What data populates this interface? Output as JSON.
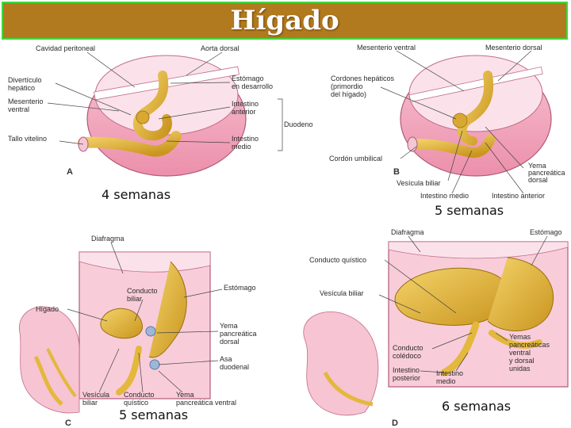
{
  "title": "Hígado",
  "stages": {
    "a": "4 semanas",
    "b": "5 semanas",
    "c": "5 semanas",
    "d": "6 semanas"
  },
  "panel_letters": {
    "a": "A",
    "b": "B",
    "c": "C",
    "d": "D"
  },
  "labels_a": {
    "cavidad_peritoneal": "Cavidad peritoneal",
    "aorta_dorsal": "Aorta dorsal",
    "diverticulo_1": "Divertículo",
    "diverticulo_2": "hepático",
    "mesenterio_1": "Mesenterio",
    "mesenterio_2": "ventral",
    "tallo_vitelino": "Tallo vitelino",
    "estomago_1": "Estómago",
    "estomago_2": "en desarrollo",
    "intestino_anterior_1": "Intestino",
    "intestino_anterior_2": "anterior",
    "duodeno": "Duodeno",
    "intestino_medio_1": "Intestino",
    "intestino_medio_2": "medio"
  },
  "labels_b": {
    "mesenterio_ventral": "Mesenterio ventral",
    "mesenterio_dorsal": "Mesenterio dorsal",
    "cordones_1": "Cordones hepáticos",
    "cordones_2": "(primordio",
    "cordones_3": "del hígado)",
    "cordon_umbilical": "Cordón umbilical",
    "yema_1": "Yema",
    "yema_2": "pancreática",
    "yema_3": "dorsal",
    "vesicula_biliar": "Vesícula biliar",
    "intestino_medio": "Intestino medio",
    "intestino_anterior": "Intestino anterior"
  },
  "labels_c": {
    "diafragma": "Diafragma",
    "conducto_biliar_1": "Conducto",
    "conducto_biliar_2": "biliar",
    "estomago": "Estómago",
    "higado": "Hígado",
    "yema_1": "Yema",
    "yema_2": "pancreática",
    "yema_3": "dorsal",
    "asa_1": "Asa",
    "asa_2": "duodenal",
    "vesicula_1": "Vesícula",
    "vesicula_2": "biliar",
    "conducto_quistico_1": "Conducto",
    "conducto_quistico_2": "quístico",
    "yema_ventral_1": "Yema",
    "yema_ventral_2": "pancreática ventral"
  },
  "labels_d": {
    "diafragma": "Diafragma",
    "estomago": "Estómago",
    "conducto_quistico": "Conducto quístico",
    "vesicula_biliar": "Vesícula biliar",
    "coledoco_1": "Conducto",
    "coledoco_2": "colédoco",
    "intestino_posterior_1": "Intestino",
    "intestino_posterior_2": "posterior",
    "intestino_medio_1": "Intestino",
    "intestino_medio_2": "medio",
    "yemas_1": "Yemas",
    "yemas_2": "pancreáticas",
    "yemas_3": "ventral",
    "yemas_4": "y dorsal",
    "yemas_5": "unidas"
  },
  "colors": {
    "title_bg": "#b27a1e",
    "title_border": "#3fd93a",
    "pink": "#f2a9bd",
    "pink_light": "#fbd9e3",
    "organ": "#e3b83c",
    "organ_dark": "#c18f1c"
  }
}
